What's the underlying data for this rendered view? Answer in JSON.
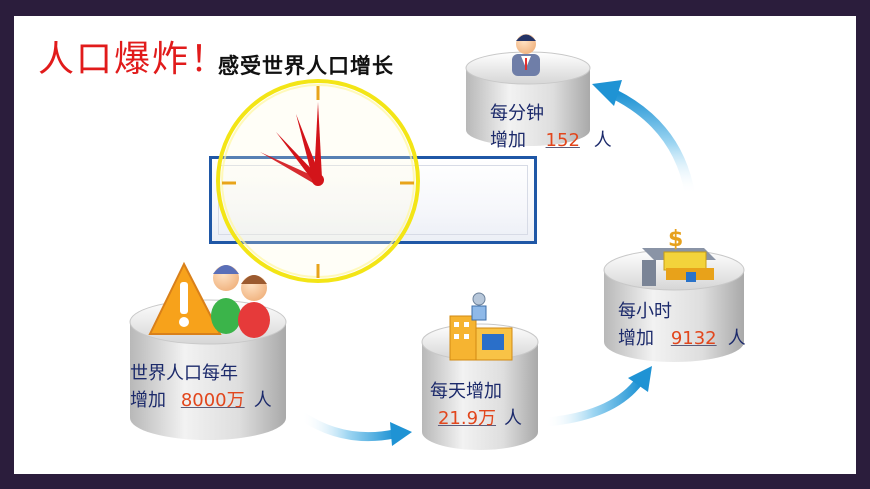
{
  "title": "感受世界人口增长",
  "banner": {
    "text": "人口爆炸！"
  },
  "nodes": {
    "year": {
      "line1": "世界人口每年",
      "prefix": "增加",
      "value": "8000万",
      "unit": "人"
    },
    "day": {
      "line1": "每天增加",
      "value": "21.9万",
      "unit": "人"
    },
    "hour": {
      "line1": "每小时",
      "prefix": "增加",
      "value": "9132",
      "unit": "人"
    },
    "minute": {
      "line1": "每分钟",
      "prefix": "增加",
      "value": "152",
      "unit": "人"
    }
  },
  "colors": {
    "frame": "#2b1d3c",
    "banner_border": "#1f57a6",
    "banner_text": "#e11b1b",
    "number": "#e2461c",
    "label": "#1c2a6b",
    "clock_ring": "#f3e516",
    "arrow": "#2a9fd8"
  },
  "icons": [
    "warning-icon",
    "people-icon",
    "buildings-icon",
    "bank-icon",
    "person-icon",
    "clock-icon"
  ]
}
